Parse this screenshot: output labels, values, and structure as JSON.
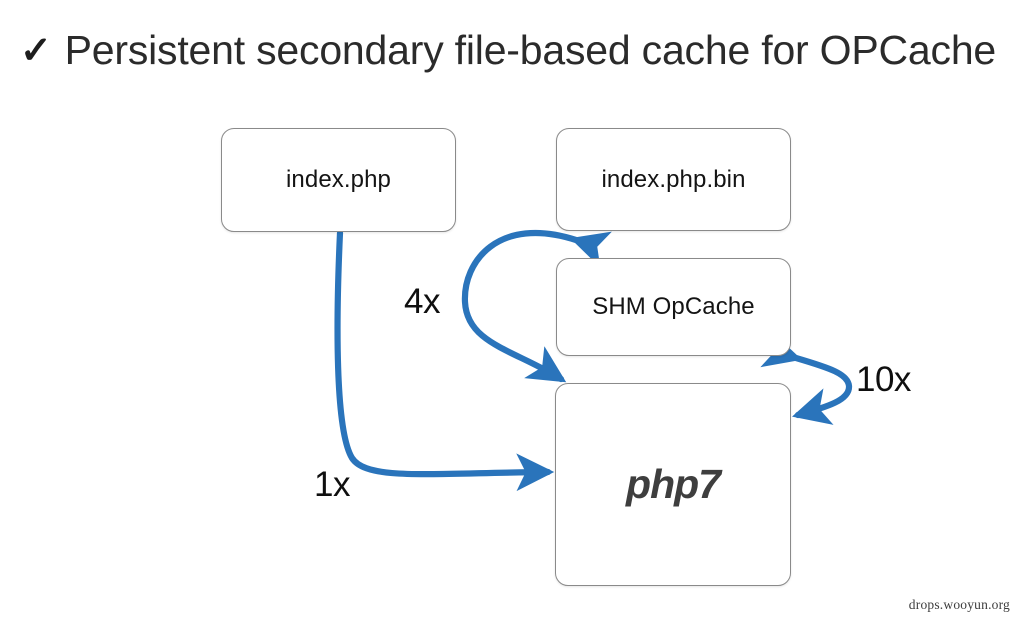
{
  "slide": {
    "background_color": "#ffffff",
    "accent_color": "#2a74bb",
    "box_border_color": "#8a8a8a",
    "text_color": "#141414"
  },
  "title": {
    "check_glyph": "✓",
    "text": "Persistent secondary file-based cache for OPCache",
    "full_text": "✓ Persistent secondary file-based cache for OPCache"
  },
  "diagram": {
    "nodes": [
      {
        "id": "index-php",
        "label": "index.php"
      },
      {
        "id": "index-bin",
        "label": "index.php.bin"
      },
      {
        "id": "shm-opcache",
        "label": "SHM OpCache"
      },
      {
        "id": "php7",
        "label": "php7"
      }
    ],
    "edges": [
      {
        "id": "edge-4x",
        "label": "4x",
        "from": "index-bin",
        "to": "php7",
        "direction": "bidirectional",
        "color": "#2a74bb"
      },
      {
        "id": "edge-1x",
        "label": "1x",
        "from": "index-php",
        "to": "php7",
        "direction": "forward",
        "color": "#2a74bb"
      },
      {
        "id": "edge-10x",
        "label": "10x",
        "from": "shm-opcache",
        "to": "php7",
        "direction": "bidirectional",
        "color": "#2a74bb"
      }
    ]
  },
  "watermark": {
    "text": "drops.wooyun.org"
  }
}
